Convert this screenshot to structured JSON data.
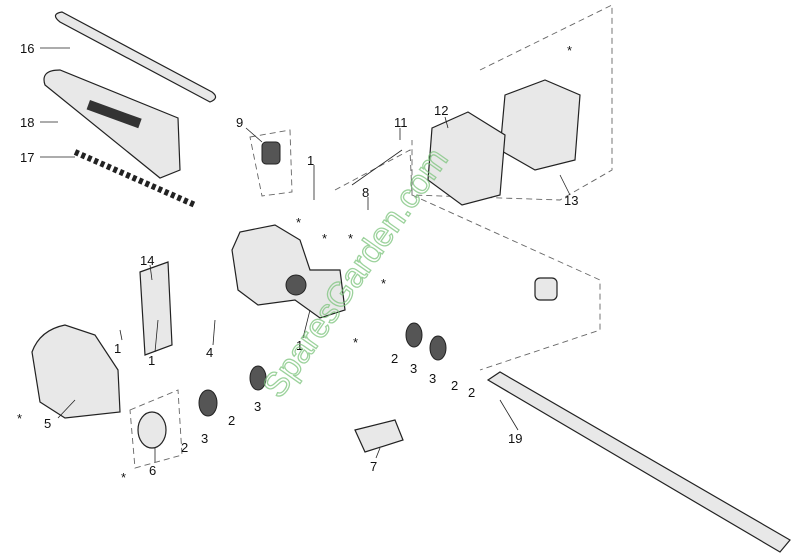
{
  "diagram": {
    "watermark": "SparesGarden.com",
    "labels": {
      "bar": "16",
      "chain_guard": "18",
      "chain": "17",
      "oil_cap": "9",
      "grease_fitting": "1",
      "shaft_kit": "11",
      "gasket": "12",
      "cover": "13",
      "pin": "8",
      "plate": "14",
      "screw_a": "1",
      "screw_b": "1",
      "bolt": "4",
      "housing": "1",
      "ring_a": "2",
      "bearing_a": "3",
      "bearing_b": "3",
      "ring_b": "2",
      "ring_c": "2",
      "sprocket_cover": "5",
      "sprocket": "6",
      "ring_d": "2",
      "bearing_c": "3",
      "ring_e": "2",
      "bearing_d": "3",
      "sleeve": "7",
      "tube": "19"
    },
    "asterisk": "*"
  }
}
